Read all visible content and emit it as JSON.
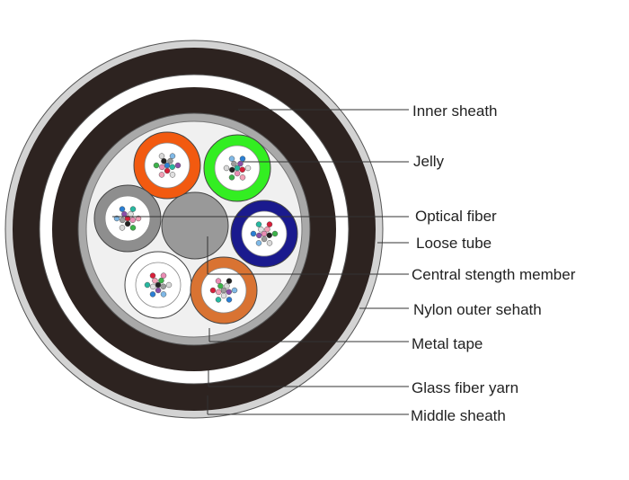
{
  "labels": [
    {
      "id": "inner-sheath",
      "text": "Inner sheath"
    },
    {
      "id": "jelly",
      "text": "Jelly"
    },
    {
      "id": "optical-fiber",
      "text": "Optical fiber"
    },
    {
      "id": "loose-tube",
      "text": "Loose tube"
    },
    {
      "id": "central-strength-member",
      "text": "Central stength member"
    },
    {
      "id": "nylon-outer-sheath",
      "text": "Nylon outer sehath"
    },
    {
      "id": "metal-tape",
      "text": "Metal tape"
    },
    {
      "id": "glass-fiber-yarn",
      "text": "Glass fiber yarn"
    },
    {
      "id": "middle-sheath",
      "text": "Middle sheath"
    }
  ],
  "colors": {
    "sheath": "#2d2320",
    "metal_tape": "#a9a9a9",
    "nylon": "#d3d3d3",
    "core_fill": "#f0f0f0",
    "central_member": "#999999",
    "tube_orange": "#f25a10",
    "tube_green": "#33ee22",
    "tube_gray": "#8e8e8e",
    "tube_blue": "#1a1a8e",
    "tube_white": "#ffffff",
    "tube_copper": "#d97332",
    "fiber_colors": [
      "#2a7fd4",
      "#27b8a0",
      "#d81f3a",
      "#e98cb3",
      "#222222",
      "#9b9b9b",
      "#8b4ea8",
      "#e0e0e0",
      "#f2a0b6",
      "#3cb34a",
      "#d8d8d8",
      "#7fb8e6"
    ]
  }
}
